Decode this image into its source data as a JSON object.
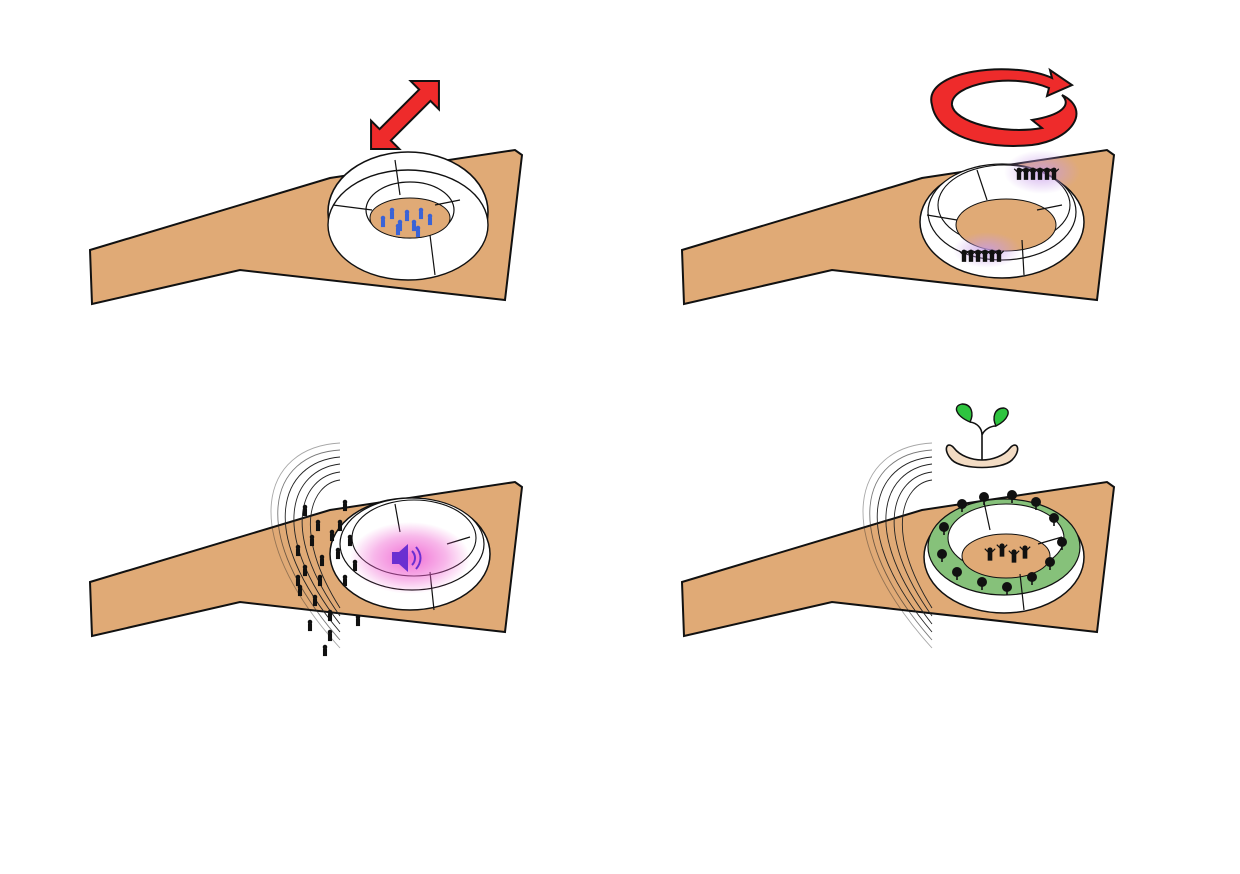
{
  "colors": {
    "terrain": "#e0aa76",
    "terrain_stroke": "#111111",
    "seat": "#ffffff",
    "arrow_red": "#ee2b2b",
    "people_blue": "#3b63d6",
    "glow_purple": "#c79be8",
    "glow_magenta": "#ef5fd0",
    "speaker": "#6a2fd1",
    "green_roof": "#86c17a",
    "leaf_green": "#2ec43f",
    "hand_skin": "#f3dcc4"
  },
  "panels": [
    {
      "id": "flexible",
      "icon": "double-arrow-icon"
    },
    {
      "id": "rotation",
      "icon": "rotate-arrows-icon"
    },
    {
      "id": "sound",
      "icon": "speaker-icon"
    },
    {
      "id": "nature",
      "icon": "sprout-in-hands-icon"
    }
  ]
}
